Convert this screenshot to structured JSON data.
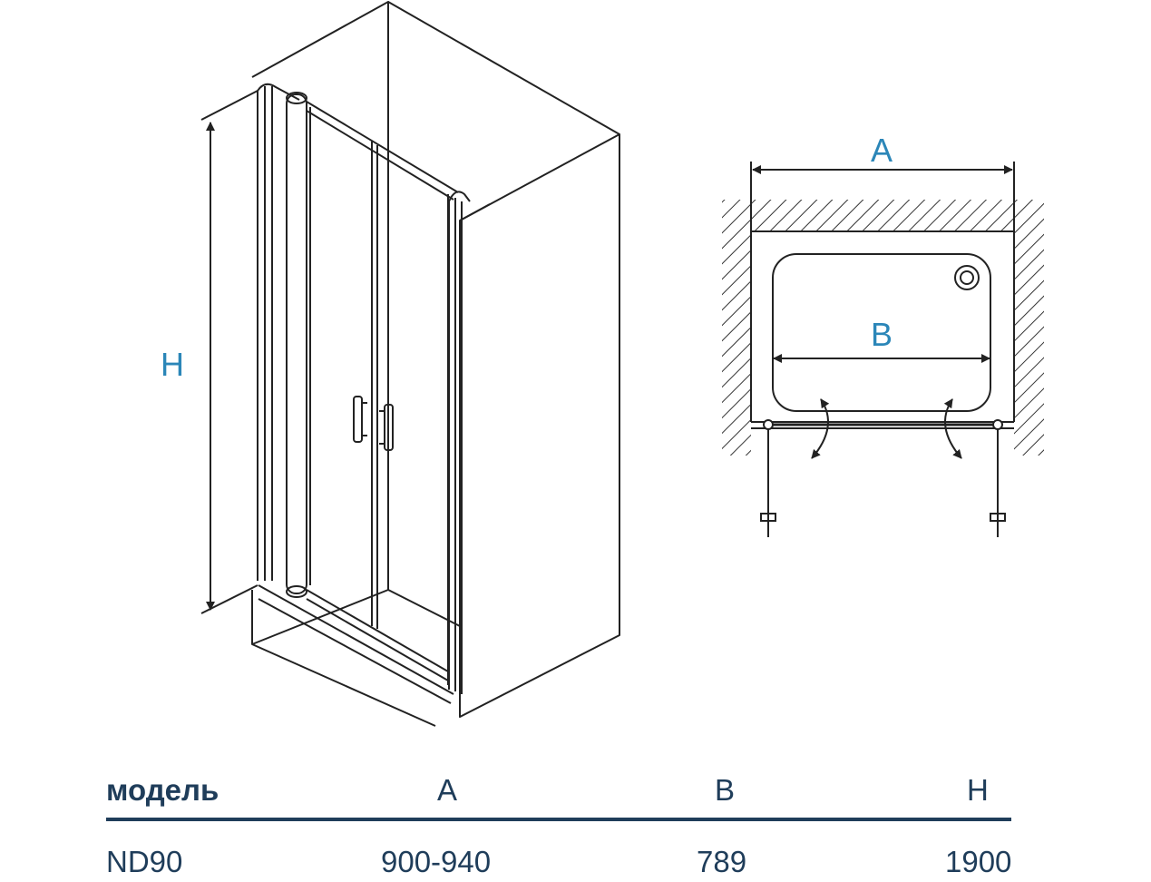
{
  "labels": {
    "height": "H",
    "width_a": "A",
    "width_b": "B"
  },
  "table": {
    "headers": [
      "модель",
      "A",
      "B",
      "H"
    ],
    "rows": [
      [
        "ND90",
        "900-940",
        "789",
        "1900"
      ]
    ]
  },
  "colors": {
    "line": "#222222",
    "label": "#2b86b8",
    "table_text": "#1f3d5a",
    "table_rule": "#1f3d5a"
  }
}
